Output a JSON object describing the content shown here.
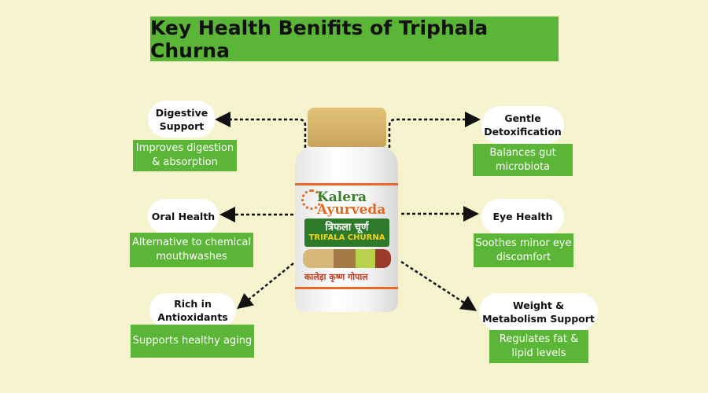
{
  "title": "Key Health Benifits of Triphala Churna",
  "product": {
    "brand_line1": "Kalera",
    "brand_line2": "Ayurveda",
    "name_hindi": "त्रिफला चूर्ण",
    "name_english": "TRIFALA CHURNA",
    "address": "कालेड़ा कृष्ण गोपाल"
  },
  "benefits": [
    {
      "heading": "Digestive Support",
      "description": "Improves digestion & absorption"
    },
    {
      "heading": "Oral Health",
      "description": "Alternative to chemical mouthwashes"
    },
    {
      "heading": "Rich in Antioxidants",
      "description": "Supports healthy aging"
    },
    {
      "heading": "Gentle Detoxification",
      "description": "Balances gut microbiota"
    },
    {
      "heading": "Eye Health",
      "description": "Soothes minor eye discomfort"
    },
    {
      "heading": "Weight & Metabolism Support",
      "description": "Regulates fat & lipid levels"
    }
  ],
  "colors": {
    "background": "#f6f3cf",
    "accent_green": "#5bb537",
    "bubble": "#ffffff"
  }
}
